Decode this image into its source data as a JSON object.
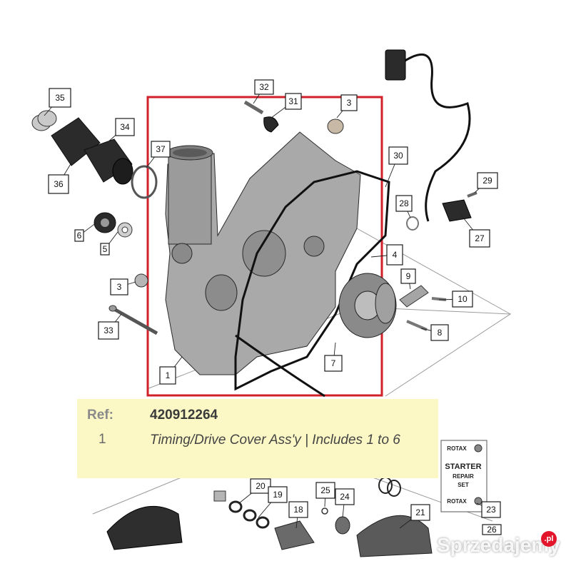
{
  "diagram": {
    "callouts": [
      "35",
      "34",
      "36",
      "37",
      "6",
      "5",
      "3",
      "33",
      "32",
      "31",
      "3",
      "30",
      "29",
      "28",
      "27",
      "4",
      "9",
      "10",
      "8",
      "7",
      "1",
      "20",
      "19",
      "25",
      "24",
      "18",
      "21",
      "23",
      "26"
    ],
    "highlight_color": "#d0202a"
  },
  "ref_panel": {
    "label": "Ref:",
    "number": "420912264",
    "item_number": "1",
    "item_description": "Timing/Drive Cover Ass'y | Includes 1 to 6",
    "background": "#fbf8c5"
  },
  "repair_kit": {
    "brand_top": "ROTAX",
    "title_line1": "STARTER",
    "title_line2": "REPAIR",
    "title_line3": "SET",
    "brand_bottom": "ROTAX"
  },
  "watermark": {
    "text": "Sprzedajemy",
    "badge": ".pl"
  }
}
